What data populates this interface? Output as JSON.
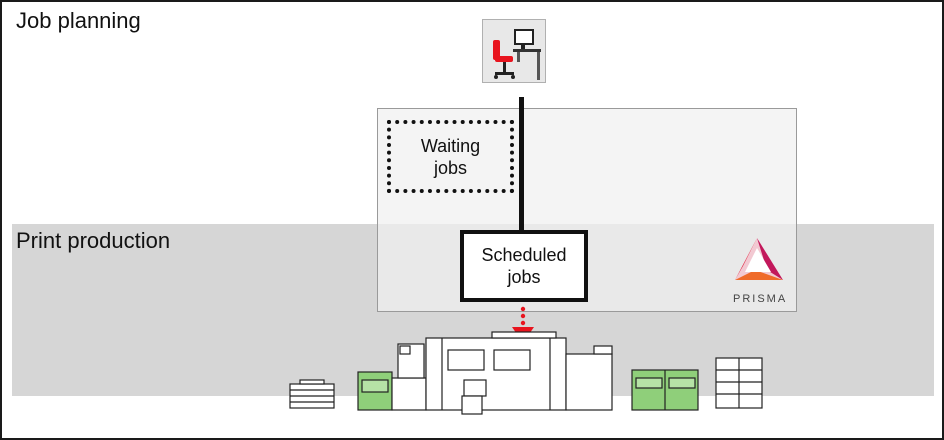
{
  "zones": {
    "job_planning": "Job planning",
    "print_production": "Print production"
  },
  "boxes": {
    "waiting": "Waiting\njobs",
    "scheduled": "Scheduled\njobs"
  },
  "logo": {
    "wordmark": "PRISMA"
  },
  "icons": {
    "workstation": "desk-workstation-icon",
    "flow": "red-dotted-down-arrow-icon",
    "press": "production-printer-icon"
  },
  "colors": {
    "band": "#d6d6d6",
    "panel": "#f0f0f0",
    "arrow": "#e8141e",
    "chair": "#e8141e",
    "paper_module": "#8fcf7a"
  }
}
